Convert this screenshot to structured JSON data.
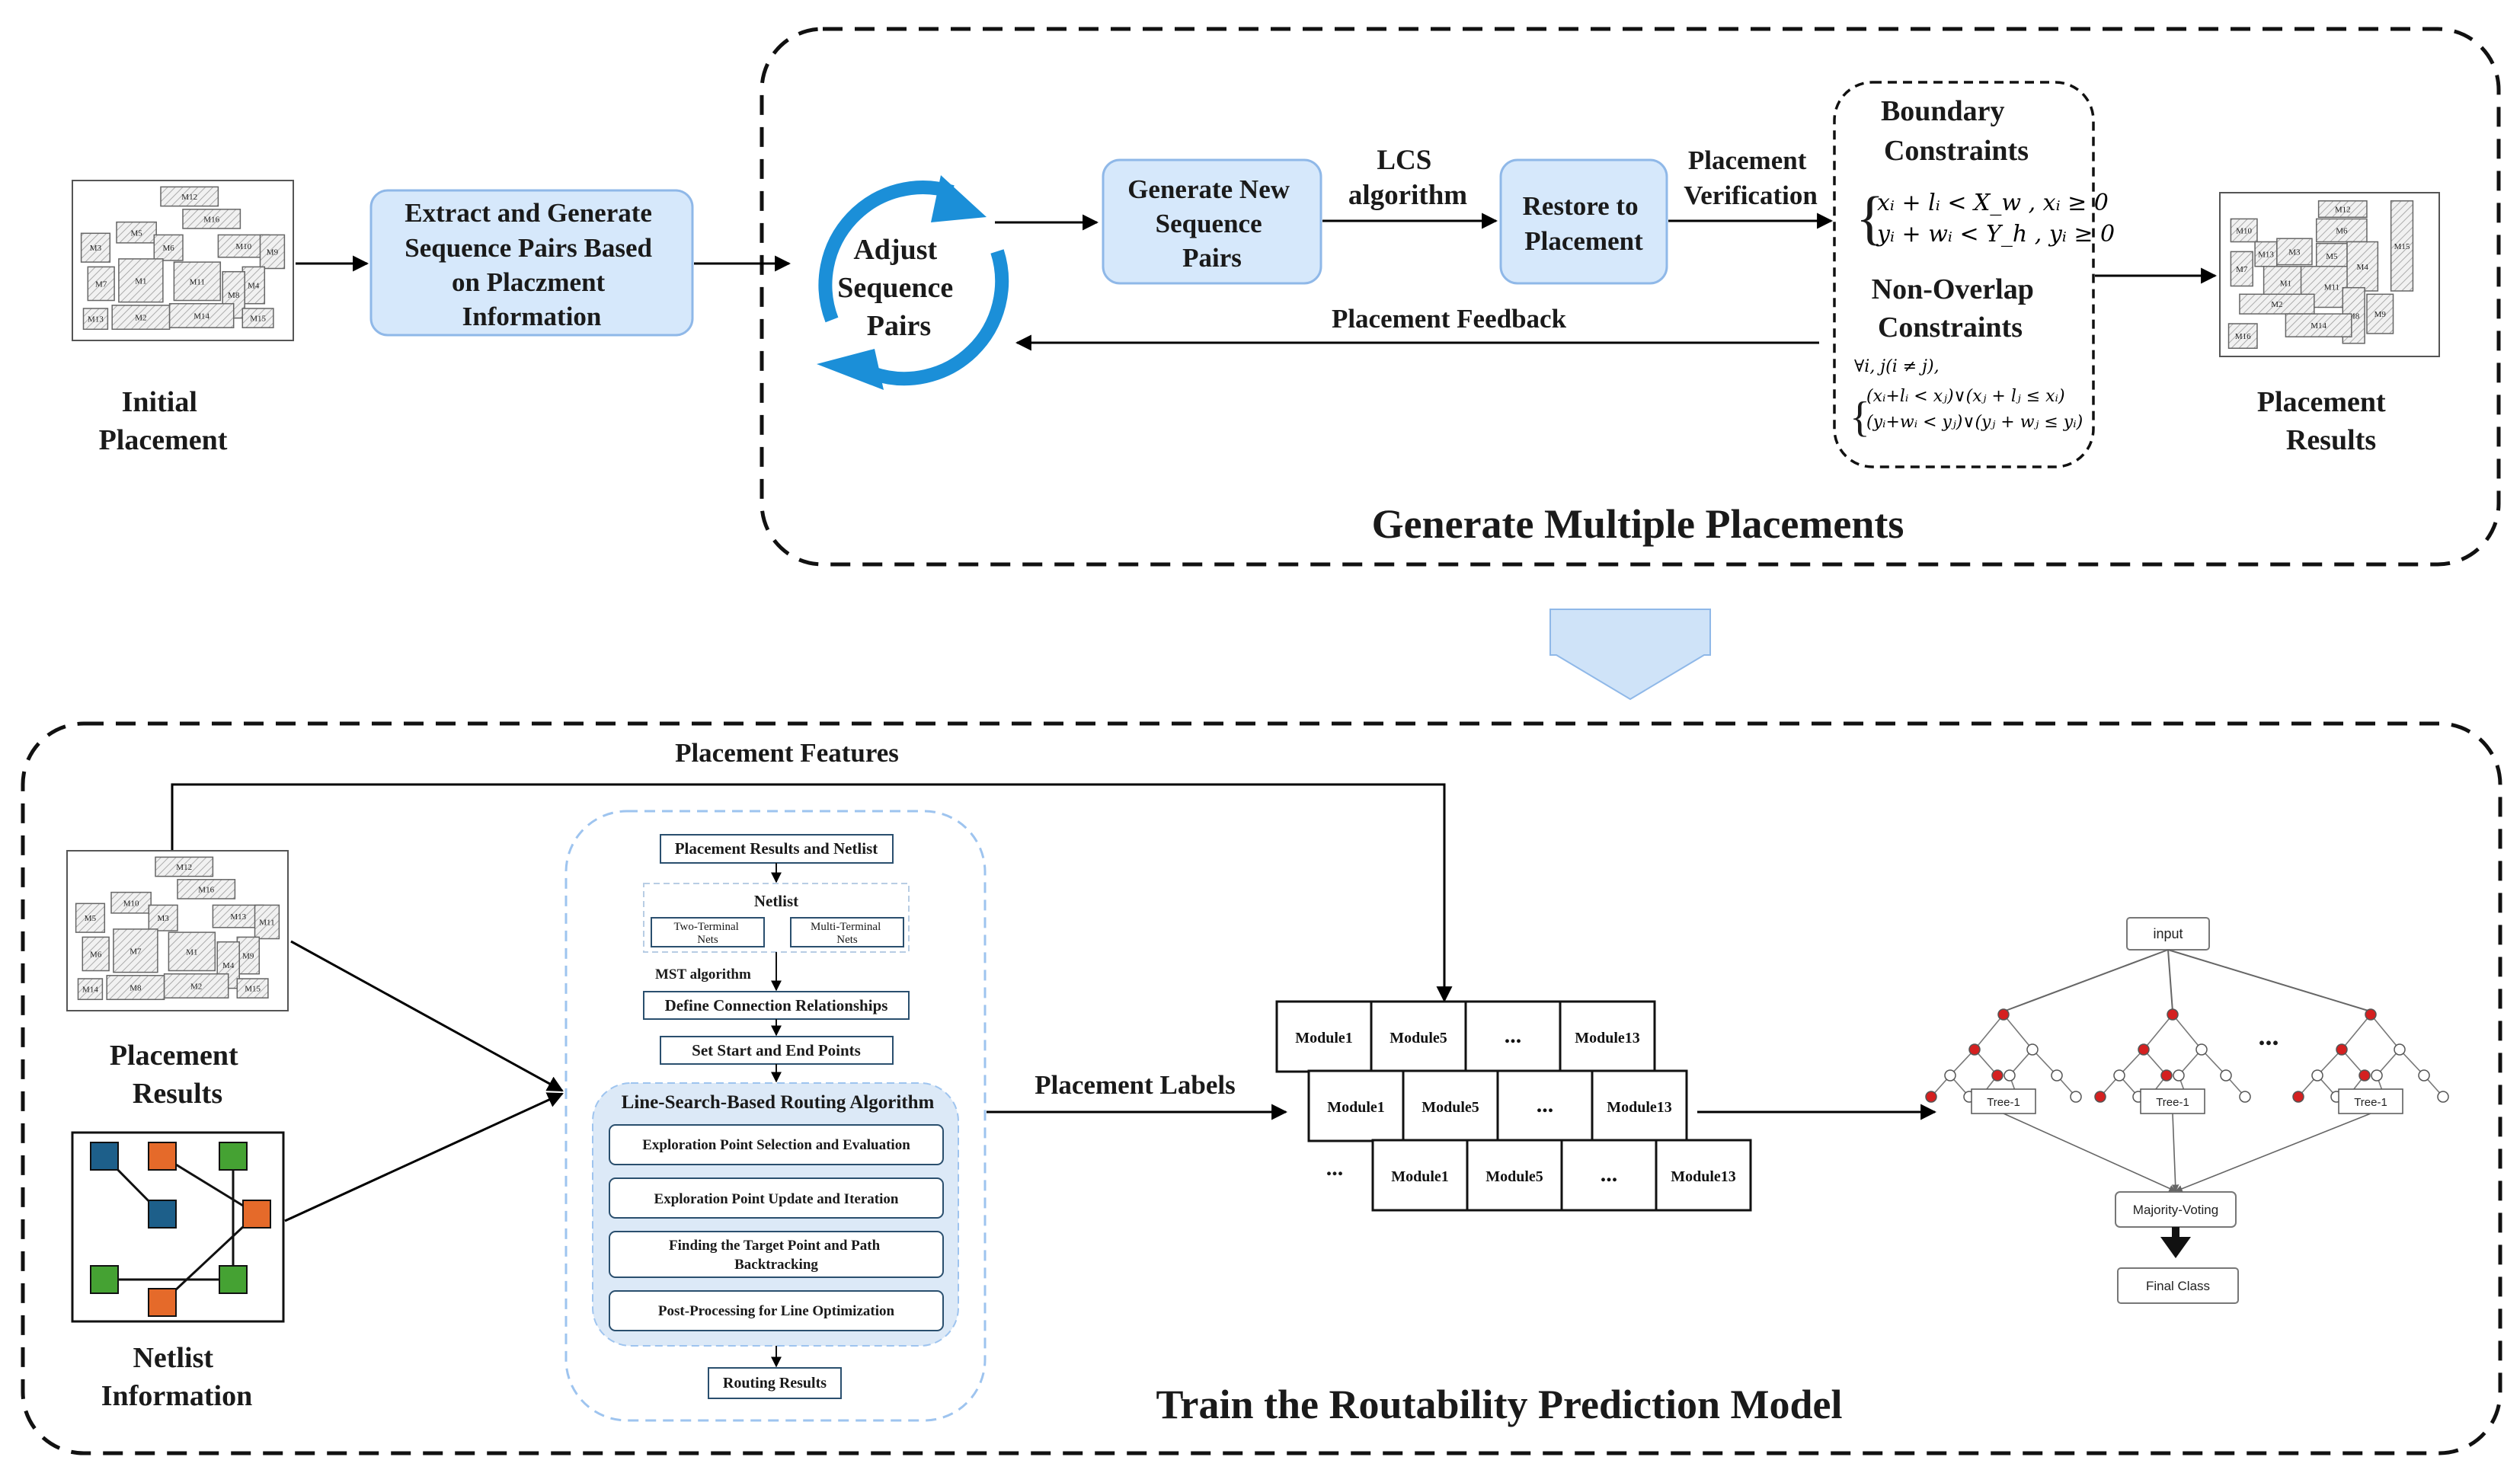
{
  "top_flow": {
    "initial_placement_label": [
      "Initial",
      "Placement"
    ],
    "extract_box": [
      "Extract and Generate",
      "Sequence Pairs Based",
      "on Placzment",
      "Information"
    ],
    "adjust_label": [
      "Adjust",
      "Sequence",
      "Pairs"
    ],
    "generate_new_box": [
      "Generate New",
      "Sequence",
      "Pairs"
    ],
    "lcs_label": [
      "LCS",
      "algorithm"
    ],
    "restore_box": [
      "Restore to",
      "Placement"
    ],
    "verification_label": [
      "Placement",
      "Verification"
    ],
    "feedback_label": "Placement Feedback",
    "boundary_title": [
      "Boundary",
      "Constraints"
    ],
    "boundary_eq": [
      "xᵢ + lᵢ < X_w , xᵢ ≥ 0",
      "yᵢ + wᵢ < Y_h , yᵢ ≥ 0"
    ],
    "nonoverlap_title": [
      "Non-Overlap",
      "Constraints"
    ],
    "nonoverlap_eq": [
      "∀i, j(i ≠ j),",
      "(xᵢ+lᵢ < xⱼ)∨(xⱼ + lⱼ ≤ xᵢ)",
      "(yᵢ+wᵢ < yⱼ)∨(yⱼ + wⱼ ≤ yᵢ)"
    ],
    "results_label": [
      "Placement",
      "Results"
    ],
    "section_title": "Generate Multiple Placements"
  },
  "placement_modules": {
    "initial": [
      "M12",
      "M16",
      "M5",
      "M3",
      "M6",
      "M10",
      "M7",
      "M1",
      "M11",
      "M9",
      "M4",
      "M8",
      "M2",
      "M14",
      "M13",
      "M15"
    ],
    "result": [
      "M12",
      "M10",
      "M13",
      "M6",
      "M5",
      "M7",
      "M1",
      "M11",
      "M3",
      "M4",
      "M8",
      "M2",
      "M14",
      "M15",
      "M9",
      "M16"
    ],
    "bottom": [
      "M12",
      "M16",
      "M10",
      "M5",
      "M3",
      "M13",
      "M6",
      "M7",
      "M1",
      "M11",
      "M9",
      "M4",
      "M8",
      "M2",
      "M14",
      "M15"
    ]
  },
  "bottom_flow": {
    "features_label": "Placement Features",
    "results_label": [
      "Placement",
      "Results"
    ],
    "netlist_label": [
      "Netlist",
      "Information"
    ],
    "routing_steps": {
      "top": "Placement Results and Netlist",
      "netlist": "Netlist",
      "two_terminal": [
        "Two-Terminal",
        "Nets"
      ],
      "multi_terminal": [
        "Multi-Terminal",
        "Nets"
      ],
      "mst": "MST algorithm",
      "define": "Define Connection Relationships",
      "set_points": "Set Start and End Points",
      "algo_title": "Line-Search-Based Routing Algorithm",
      "step1": [
        "Exploration Point Selection and Evaluation"
      ],
      "step2": [
        "Exploration Point Update and Iteration"
      ],
      "step3": [
        "Finding the Target Point and Path",
        "Backtracking"
      ],
      "step4": [
        "Post-Processing for Line Optimization"
      ],
      "routing_results": "Routing Results"
    },
    "labels_label": "Placement Labels",
    "table_rows": [
      [
        "Module1",
        "Module5",
        "...",
        "Module13"
      ],
      [
        "Module1",
        "Module5",
        "...",
        "Module13"
      ],
      [
        "Module1",
        "Module5",
        "...",
        "Module13"
      ]
    ],
    "table_ellipsis": "...",
    "forest": {
      "input": "input",
      "trees": [
        "Tree-1",
        "Tree-1",
        "Tree-1"
      ],
      "ellipsis": "...",
      "voting": "Majority-Voting",
      "final": "Final Class"
    },
    "section_title": "Train the Routability Prediction Model"
  },
  "colors": {
    "box_fill": "#d6e8fb",
    "box_stroke": "#8fb8e8",
    "cycle_blue": "#1b8fd8",
    "big_arrow": "#cfe3f8",
    "net_blue": "#1d5f8a",
    "net_orange": "#e56a2a",
    "net_green": "#45a233",
    "node_red": "#d42020"
  }
}
